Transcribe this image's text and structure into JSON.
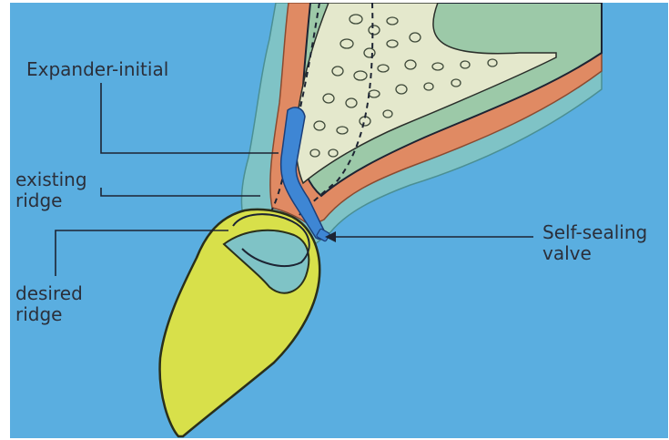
{
  "labels": {
    "expander": "Expander-initial",
    "existing": "existing\nridge",
    "desired": "desired\nridge",
    "valve": "Self-sealing\nvalve"
  },
  "colors": {
    "background": "#5aaee0",
    "mucosa": "#7fc3c6",
    "periosteum": "#e08a63",
    "bone": "#e4e8cc",
    "bone_outer": "#9cc9a8",
    "expander": "#3e86d4",
    "desired_ridge": "#d8e04a",
    "line": "#1d2433"
  },
  "icons": {
    "valve_pointer": "arrow-left-icon"
  }
}
